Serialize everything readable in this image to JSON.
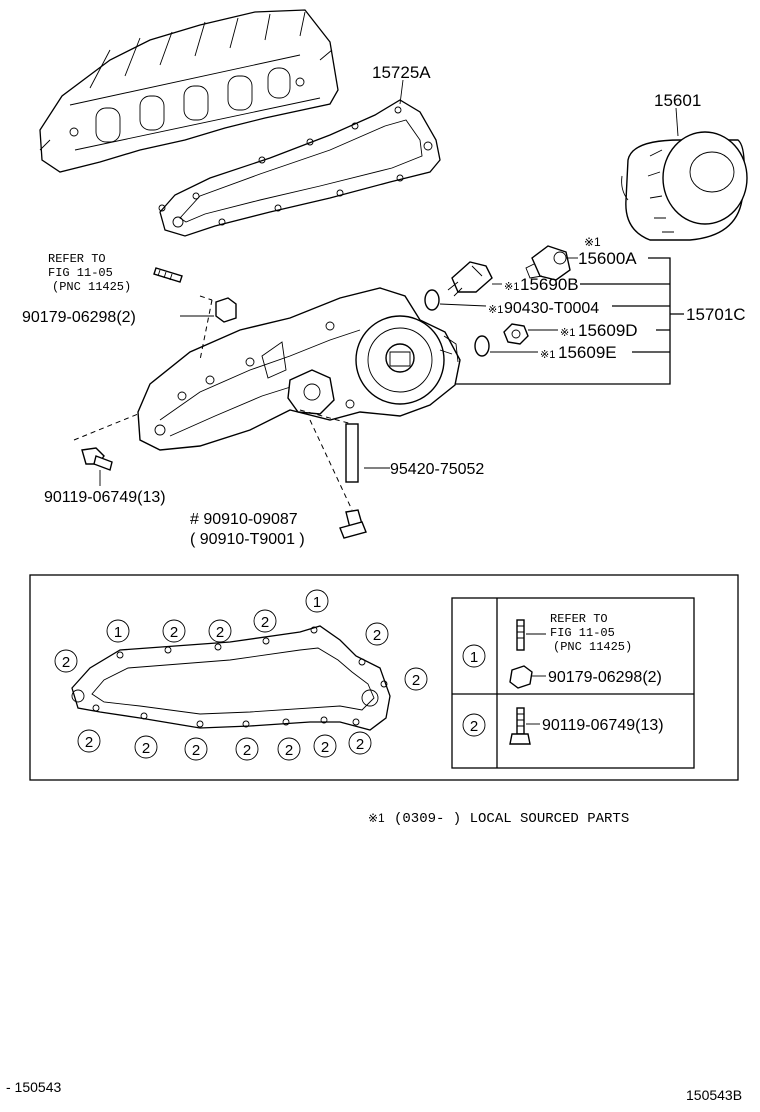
{
  "diagram": {
    "callouts": {
      "p15725a": "15725A",
      "p15601": "15601",
      "note_mark": "※1",
      "p15600a": "15600A",
      "p15690b": "15690B",
      "p90430": "90430-T0004",
      "p15609d": "15609D",
      "p15609e": "15609E",
      "p15701c": "15701C",
      "refer_line1": "REFER TO",
      "refer_line2": "FIG 11-05",
      "refer_line3": "(PNC 11425)",
      "p90179": "90179-06298(2)",
      "p90119": "90119-06749(13)",
      "p95420": "95420-75052",
      "p90910a": "# 90910-09087",
      "p90910b": "( 90910-T9001   )"
    },
    "note_prefix": "※1",
    "gasket_labels": [
      "1",
      "2"
    ],
    "legend": {
      "row1": {
        "key": "1",
        "refer_line1": "REFER TO",
        "refer_line2": "FIG 11-05",
        "refer_line3": "(PNC 11425)",
        "part": "90179-06298(2)"
      },
      "row2": {
        "key": "2",
        "part": "90119-06749(13)"
      }
    },
    "footnote": {
      "mark": "※1",
      "text": "(0309-        ) LOCAL SOURCED PARTS"
    },
    "footer": {
      "left": "- 150543",
      "right": "150543B"
    }
  }
}
